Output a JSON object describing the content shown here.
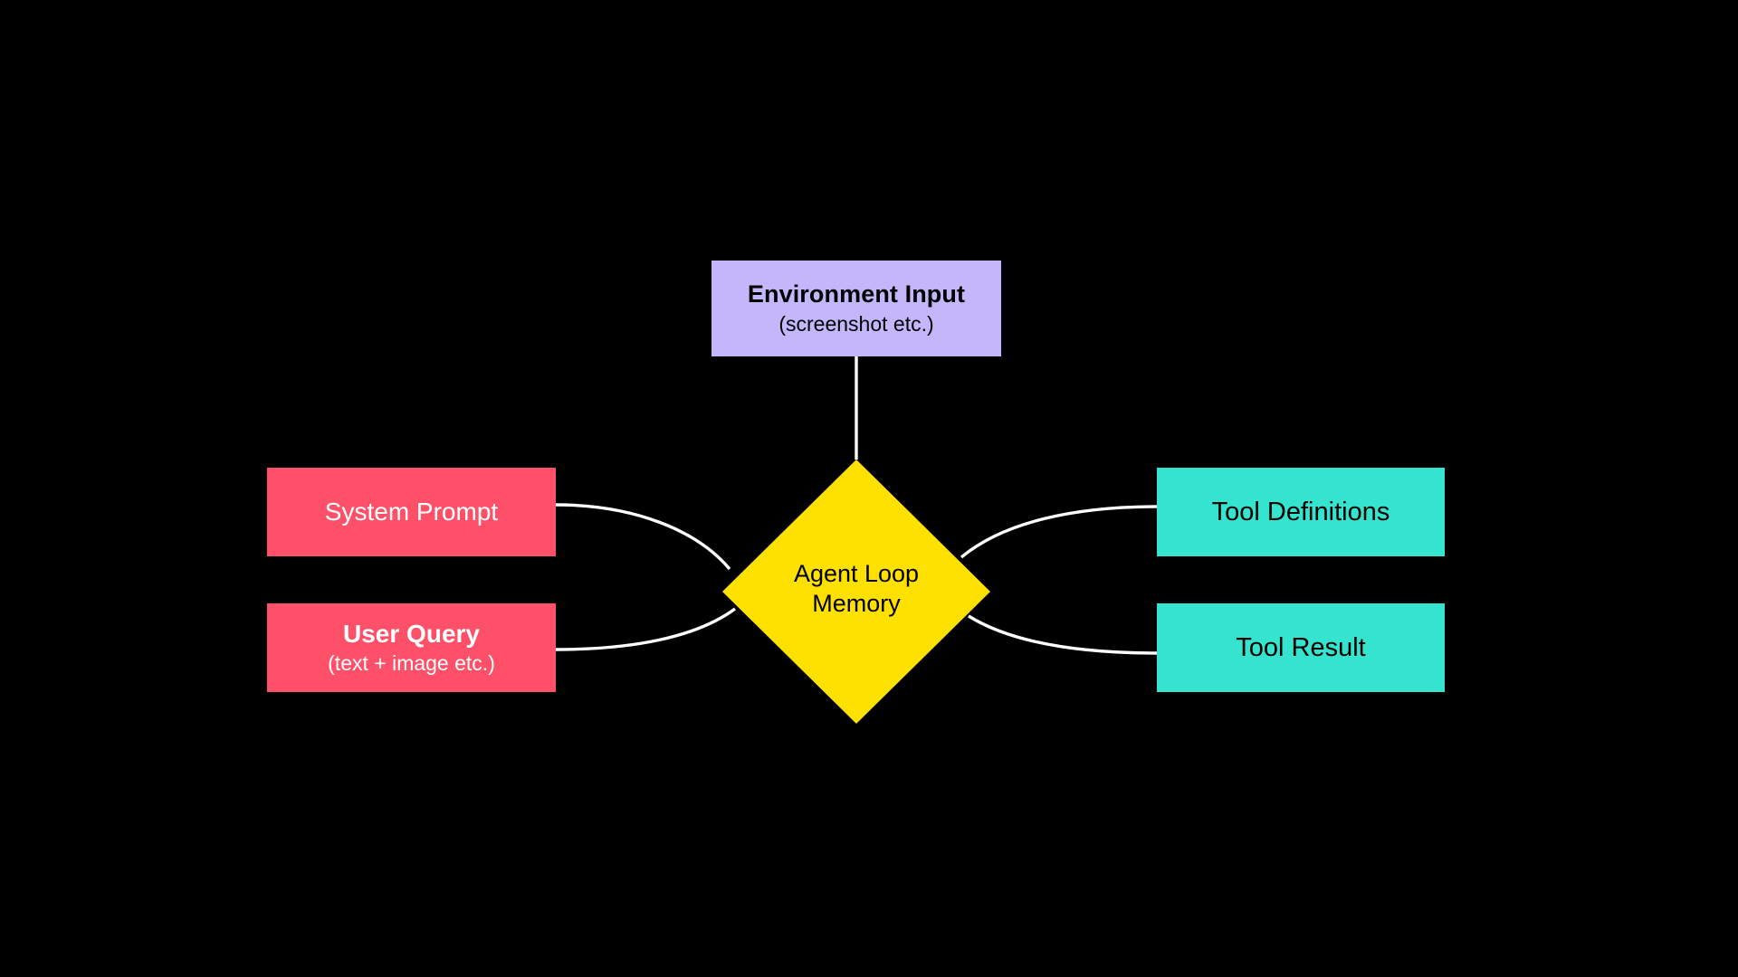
{
  "diagram": {
    "background_color": "#000000",
    "edge_color": "#FFFFFF",
    "nodes": {
      "environment_input": {
        "title": "Environment Input",
        "subtitle": "(screenshot etc.)",
        "color": "#C3B6FB",
        "text_color": "#000000",
        "shape": "rectangle"
      },
      "system_prompt": {
        "title": "System Prompt",
        "color": "#FF5069",
        "text_color": "#FFFFFF",
        "shape": "rectangle"
      },
      "user_query": {
        "title": "User Query",
        "subtitle": "(text + image etc.)",
        "color": "#FF5069",
        "text_color": "#FFFFFF",
        "shape": "rectangle"
      },
      "agent_loop_memory": {
        "title": "Agent Loop",
        "subtitle": "Memory",
        "color": "#FFE100",
        "text_color": "#000000",
        "shape": "diamond"
      },
      "tool_definitions": {
        "title": "Tool Definitions",
        "color": "#34E4CE",
        "text_color": "#000000",
        "shape": "rectangle"
      },
      "tool_result": {
        "title": "Tool Result",
        "color": "#34E4CE",
        "text_color": "#000000",
        "shape": "rectangle"
      }
    },
    "edges": [
      {
        "name": "environment-input-to-agent-loop-memory",
        "from": "environment_input",
        "to": "agent_loop_memory",
        "style": "straight"
      },
      {
        "name": "system-prompt-to-agent-loop-memory",
        "from": "system_prompt",
        "to": "agent_loop_memory",
        "style": "curve"
      },
      {
        "name": "user-query-to-agent-loop-memory",
        "from": "user_query",
        "to": "agent_loop_memory",
        "style": "curve"
      },
      {
        "name": "agent-loop-memory-to-tool-definitions",
        "from": "agent_loop_memory",
        "to": "tool_definitions",
        "style": "curve"
      },
      {
        "name": "agent-loop-memory-to-tool-result",
        "from": "agent_loop_memory",
        "to": "tool_result",
        "style": "curve"
      }
    ]
  }
}
